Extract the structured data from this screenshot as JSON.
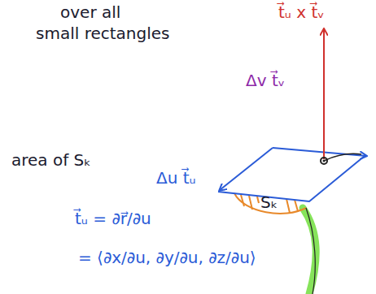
{
  "diagram": {
    "labels": [
      "over all",
      "small rectangles",
      "t⃗ᵤ x t⃗ᵥ",
      "Δv t⃗ᵥ",
      "area of Sₖ",
      "Δu t⃗ᵤ",
      "Sₖ",
      "t⃗ᵤ = ∂r⃗/∂u",
      "= ⟨∂x/∂u, ∂y/∂u, ∂z/∂u⟩"
    ]
  }
}
